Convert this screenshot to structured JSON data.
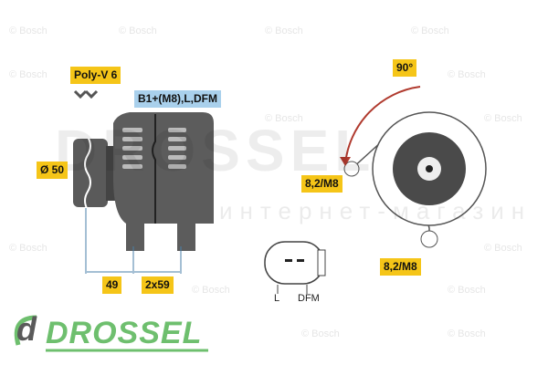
{
  "watermark": {
    "bosch": "© Bosch",
    "drossel": "DROSSEL",
    "shop": "интернет-магазин"
  },
  "labels": {
    "belt": "Poly-V 6",
    "terminals": "B1+(M8),L,DFM",
    "pulley_diameter": "Ø 50",
    "dim_49": "49",
    "dim_2x59": "2x59",
    "angle": "90°",
    "mount_left": "8,2/M8",
    "mount_bottom": "8,2/M8",
    "pin_l": "L",
    "pin_dfm": "DFM"
  },
  "logo": {
    "text": "DROSSEL",
    "mark": "d"
  },
  "colors": {
    "label_yellow": "#f5c518",
    "label_blue": "#a9d0ec",
    "logo_green": "#6ebf6e",
    "arrow_red": "#b03a2e",
    "body_gray": "#555555"
  }
}
